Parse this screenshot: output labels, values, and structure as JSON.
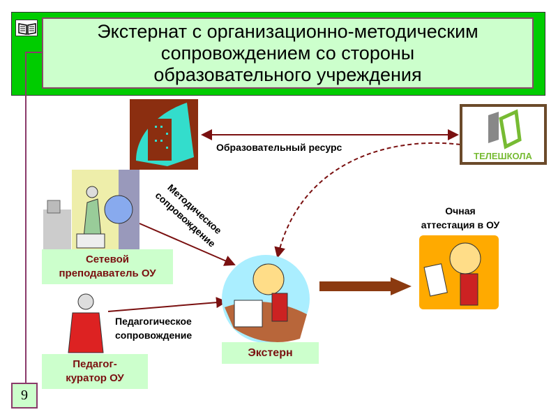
{
  "title": "Экстернат с организационно-методическим\nсопровождением со стороны\nобразовательного учреждения",
  "page_number": "9",
  "logo_text": "ТЕЛЕШКОЛА",
  "edu_resource": "Образовательный ресурс",
  "method_support": "Методическое\nсопровождение",
  "net_teacher": "Сетевой\nпреподаватель ОУ",
  "ped_support": "Педагогическое\nсопровождение",
  "curator": "Педагог-\nкуратор ОУ",
  "extern": "Экстерн",
  "attestation": "Очная\nаттестация в ОУ",
  "colors": {
    "banner": "#00cc00",
    "label_bg": "#ccffcc",
    "arrow": "#7a1010",
    "label_text": "#7a1010"
  }
}
